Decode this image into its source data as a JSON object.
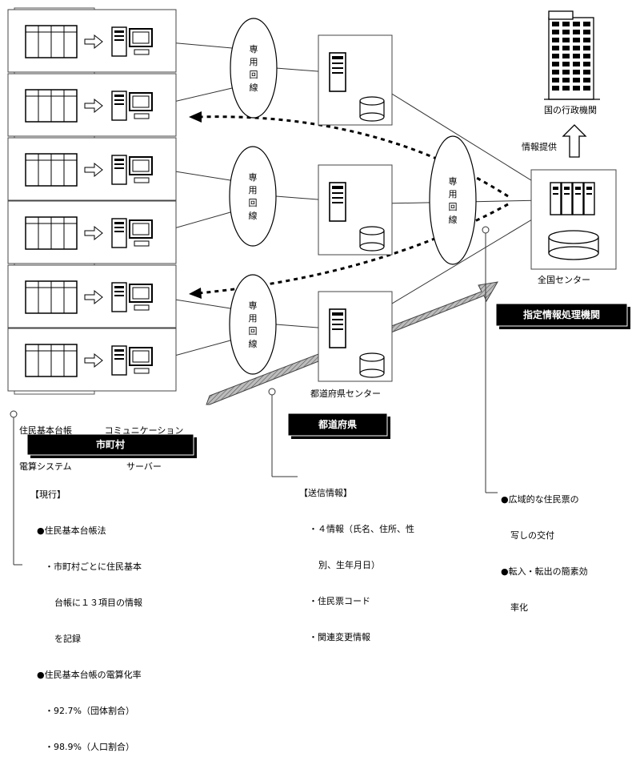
{
  "dedicated_line": [
    "専",
    "用",
    "回",
    "線"
  ],
  "municipal": {
    "system_label_1": "住民基本台帳",
    "system_label_2": "電算システム",
    "server_label_1": "コミュニケーション",
    "server_label_2": "サーバー",
    "badge": "市町村",
    "notes": {
      "heading": "【現行】",
      "law": "●住民基本台帳法",
      "law_detail_1": "・市町村ごとに住民基本",
      "law_detail_2": "台帳に１３項目の情報",
      "law_detail_3": "を記録",
      "rate": "●住民基本台帳の電算化率",
      "rate_org": "・92.7%（団体割合）",
      "rate_pop": "・98.9%（人口割合）"
    }
  },
  "prefecture": {
    "center_label": "都道府県センター",
    "badge": "都道府県",
    "notes": {
      "heading": "【送信情報】",
      "item1_1": "・４情報（氏名、住所、性",
      "item1_2": "別、生年月日）",
      "item2": "・住民票コード",
      "item3": "・関連変更情報"
    }
  },
  "national": {
    "center_label": "全国センター",
    "badge": "指定情報処理機関",
    "info_provision": "情報提供",
    "gov_label": "国の行政機関",
    "notes": {
      "line1": "●広域的な住民票の",
      "line2": "写しの交付",
      "line3": "●転入・転出の簡素効",
      "line4": "率化"
    }
  }
}
